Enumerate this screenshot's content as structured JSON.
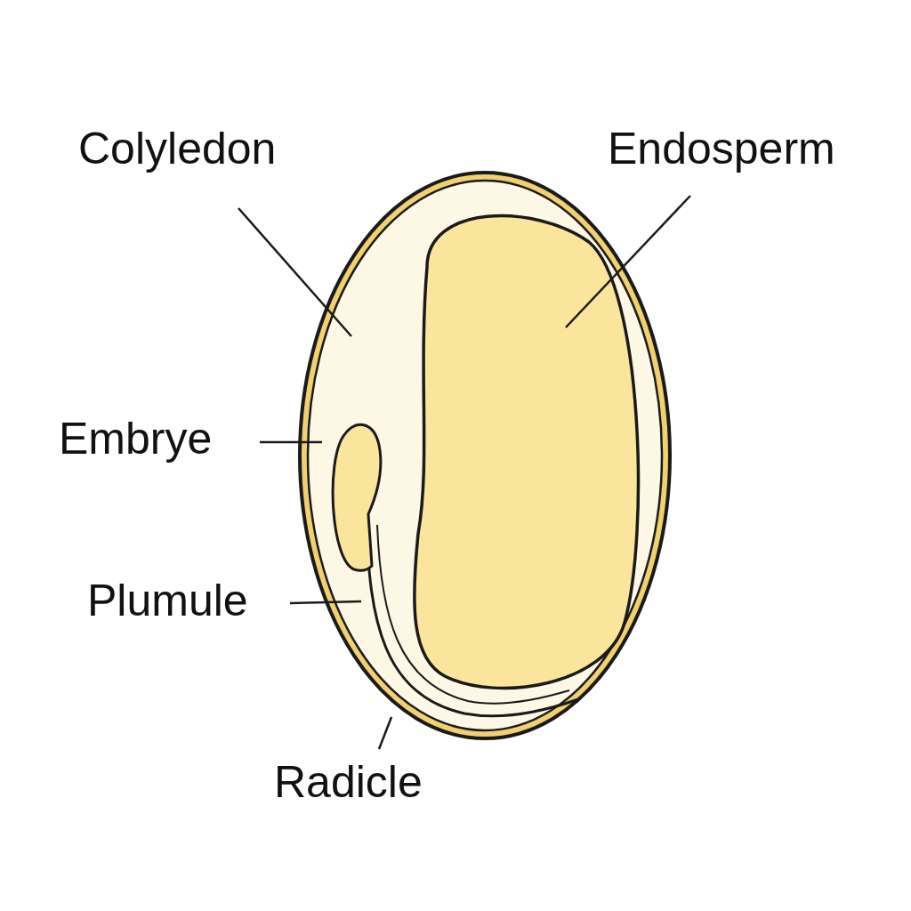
{
  "diagram": {
    "labels": [
      "Colyledon",
      "Endosperm",
      "Embrye",
      "Plumule",
      "Radicle"
    ]
  }
}
